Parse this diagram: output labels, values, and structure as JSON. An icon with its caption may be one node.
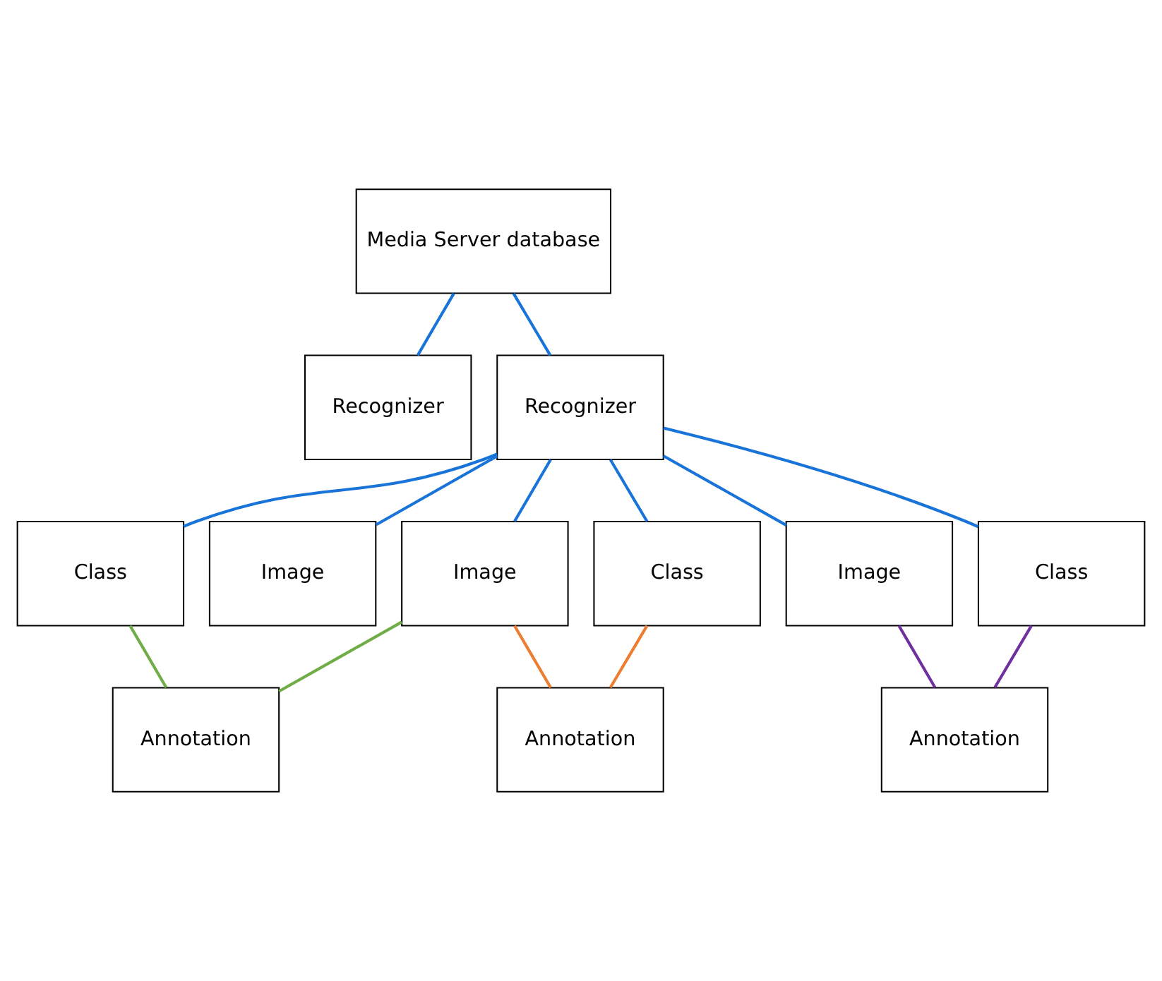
{
  "diagram": {
    "nodes": [
      {
        "text": [
          "Media Server database"
        ]
      },
      {
        "text": [
          "Recognizer"
        ]
      },
      {
        "text": [
          "Recognizer"
        ]
      },
      {
        "text": [
          "Image"
        ]
      },
      {
        "text": [
          "Image"
        ]
      },
      {
        "text": [
          "Image"
        ]
      },
      {
        "text": [
          "Class"
        ]
      },
      {
        "text": [
          "Class"
        ]
      },
      {
        "text": [
          "Class"
        ]
      },
      {
        "text": [
          "Annotation"
        ]
      },
      {
        "text": [
          "Annotation"
        ]
      },
      {
        "text": [
          "Annotation"
        ]
      }
    ],
    "edges": [
      {
        "from": 0,
        "to": 1,
        "arrow": "none"
      },
      {
        "from": 0,
        "to": 2,
        "arrow": "none"
      },
      {
        "from": 2,
        "to": 3,
        "arrow": "none"
      },
      {
        "from": 2,
        "to": 4,
        "arrow": "none"
      },
      {
        "from": 2,
        "to": 5,
        "arrow": "none"
      },
      {
        "from": 2,
        "to": 6,
        "arrow": "none"
      },
      {
        "from": 2,
        "to": 7,
        "arrow": "none"
      },
      {
        "from": 2,
        "to": 8,
        "arrow": "none"
      },
      {
        "from": 3,
        "to": 9,
        "arrow": "none",
        "color": "#70ad47"
      },
      {
        "from": 3,
        "to": 10,
        "arrow": "none",
        "color": "#ed7d31"
      },
      {
        "from": 5,
        "to": 11,
        "arrow": "none",
        "color": "#7030a0"
      },
      {
        "from": 6,
        "to": 9,
        "arrow": "none",
        "color": "#70ad47"
      },
      {
        "from": 7,
        "to": 10,
        "arrow": "none",
        "color": "#ed7d31"
      },
      {
        "from": 8,
        "to": 11,
        "arrow": "none",
        "color": "#7030a0"
      }
    ]
  }
}
